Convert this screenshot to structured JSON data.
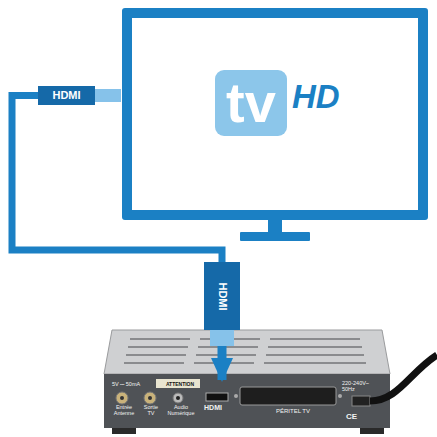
{
  "diagram": {
    "nodes": [
      {
        "text": [
          "HD"
        ]
      },
      {
        "text": [
          "tv"
        ],
        "in": 0
      },
      {
        "text": [
          "HDMI"
        ]
      },
      {
        "text": [
          "HDMI"
        ]
      },
      {
        "text": [
          "5V ⎓ 50mA",
          "ATTENTION",
          "Entrée Antenne",
          "Sortie TV",
          "Audio Numérique",
          "HDMI",
          "PÉRITEL TV",
          "220-240V~ 50Hz",
          "CE"
        ]
      }
    ],
    "edges": [
      {
        "from": 2,
        "to": 3,
        "arrow": "none"
      },
      {
        "from": 3,
        "to": 4,
        "arrow": "to"
      }
    ]
  }
}
